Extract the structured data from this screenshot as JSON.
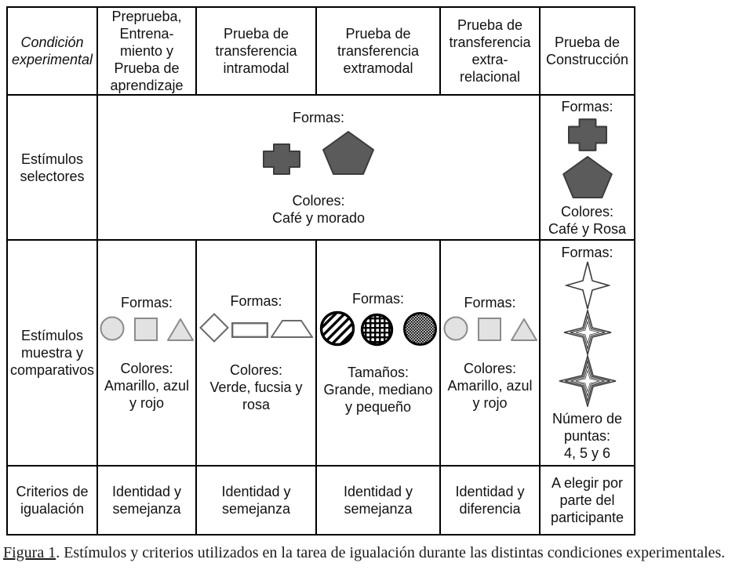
{
  "table": {
    "header": [
      "Condición\nexperimental",
      "Preprueba,\nEntrena-\nmiento y\nPrueba de\naprendizaje",
      "Prueba de\ntransferencia\nintramodal",
      "Prueba de\ntransferencia\nextramodal",
      "Prueba de\ntransferencia\nextra-\nrelacional",
      "Prueba de\nConstrucción"
    ],
    "selectores": {
      "label": "Estímulos\nselectores",
      "merged": {
        "formas_label": "Formas:",
        "shapes": [
          "cross",
          "pentagon"
        ],
        "colores_label": "Colores:",
        "colores_value": "Café y morado"
      },
      "construccion": {
        "formas_label": "Formas:",
        "shapes": [
          "cross",
          "pentagon"
        ],
        "colores_label": "Colores:",
        "colores_value": "Café y Rosa"
      }
    },
    "muestra": {
      "label": "Estímulos\nmuestra y\ncomparativos",
      "cells": [
        {
          "formas_label": "Formas:",
          "shapes": [
            "circle",
            "square",
            "triangle"
          ],
          "attr_label": "Colores:",
          "attr_value": "Amarillo, azul\ny rojo"
        },
        {
          "formas_label": "Formas:",
          "shapes": [
            "diamond",
            "rectangle",
            "trapezoid"
          ],
          "attr_label": "Colores:",
          "attr_value": "Verde, fucsia y\nrosa"
        },
        {
          "formas_label": "Formas:",
          "shapes": [
            "hatched-circle",
            "grid-circle",
            "dotted-circle"
          ],
          "attr_label": "Tamaños:",
          "attr_value": "Grande, mediano\ny pequeño"
        },
        {
          "formas_label": "Formas:",
          "shapes": [
            "circle",
            "square",
            "triangle"
          ],
          "attr_label": "Colores:",
          "attr_value": "Amarillo, azul\ny rojo"
        },
        {
          "formas_label": "Formas:",
          "shapes": [
            "star-4-points",
            "star-5-points",
            "star-6-points"
          ],
          "attr_label": "Número de\npuntas:",
          "attr_value": "4, 5 y 6"
        }
      ]
    },
    "criterios": {
      "label": "Criterios de\nigualación",
      "values": [
        "Identidad y\nsemejanza",
        "Identidad y\nsemejanza",
        "Identidad y\nsemejanza",
        "Identidad y\ndiferencia",
        "A elegir por\nparte del\nparticipante"
      ]
    }
  },
  "caption": {
    "label": "Figura 1",
    "text": ". Estímulos y criterios utilizados en la tarea de igualación durante las distintas condiciones experimentales."
  },
  "colors": {
    "dark_shape_fill": "#5b5b5b",
    "dark_shape_stroke": "#3c3c3c",
    "light_shape_fill": "#e2e2e2",
    "light_shape_stroke": "#8c8c8c",
    "outline_shape_stroke": "#6a6a6a",
    "pattern_color": "#000000",
    "table_border": "#000000",
    "text": "#111111"
  }
}
